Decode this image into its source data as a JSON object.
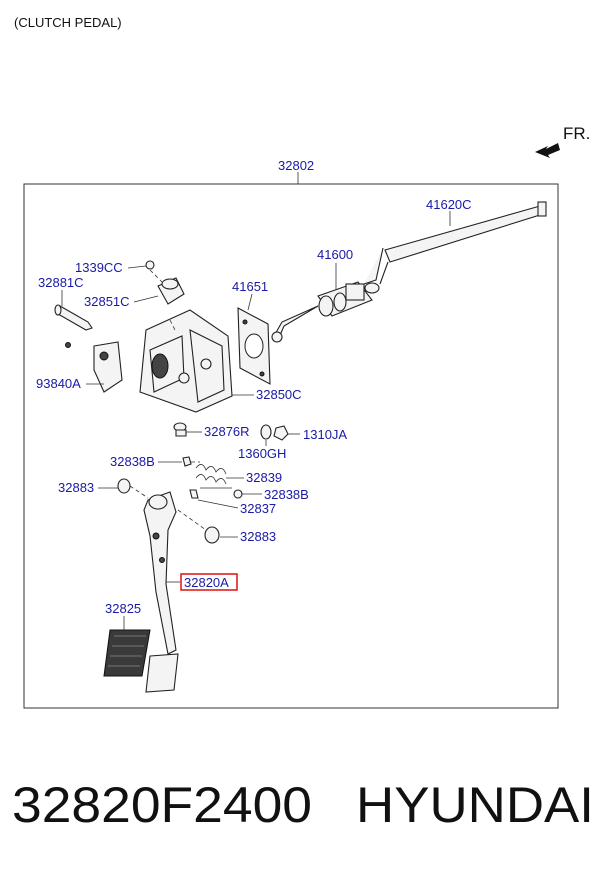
{
  "header": {
    "title": "(CLUTCH PEDAL)"
  },
  "orientation": {
    "label": "FR."
  },
  "assembly_label": "32802",
  "parts": [
    {
      "id": "p41620c",
      "number": "41620C"
    },
    {
      "id": "p41600",
      "number": "41600"
    },
    {
      "id": "p1339cc",
      "number": "1339CC"
    },
    {
      "id": "p32881c",
      "number": "32881C"
    },
    {
      "id": "p32851c",
      "number": "32851C"
    },
    {
      "id": "p41651",
      "number": "41651"
    },
    {
      "id": "p93840a",
      "number": "93840A"
    },
    {
      "id": "p32850c",
      "number": "32850C"
    },
    {
      "id": "p32876r",
      "number": "32876R"
    },
    {
      "id": "p1310ja",
      "number": "1310JA"
    },
    {
      "id": "p1360gh",
      "number": "1360GH"
    },
    {
      "id": "p32838b_1",
      "number": "32838B"
    },
    {
      "id": "p32839",
      "number": "32839"
    },
    {
      "id": "p32883_1",
      "number": "32883"
    },
    {
      "id": "p32838b_2",
      "number": "32838B"
    },
    {
      "id": "p32837",
      "number": "32837"
    },
    {
      "id": "p32883_2",
      "number": "32883"
    },
    {
      "id": "p32820a",
      "number": "32820A",
      "highlighted": true
    },
    {
      "id": "p32825",
      "number": "32825"
    }
  ],
  "footer": {
    "part_number": "32820F2400",
    "brand": "HYUNDAI"
  },
  "colors": {
    "label": "#1a1aa6",
    "highlight": "#e0201e",
    "frame": "#333333"
  }
}
